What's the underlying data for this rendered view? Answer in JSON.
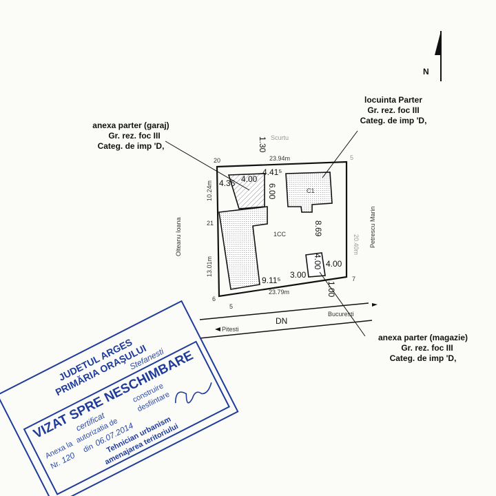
{
  "north": {
    "label": "N"
  },
  "labels": {
    "garage": [
      "anexa parter (garaj)",
      "Gr. rez. foc III",
      "Categ. de imp 'D,"
    ],
    "house": [
      "locuinta Parter",
      "Gr. rez. foc III",
      "Categ. de imp 'D,"
    ],
    "shed": [
      "anexa parter (magazie)",
      "Gr. rez. foc III",
      "Categ. de imp 'D,"
    ]
  },
  "neighbors": {
    "top": "Scurtu",
    "left": "Olteanu Ioana",
    "right": "Petrescu Marin"
  },
  "points": {
    "p20": "20",
    "p21": "21",
    "p6": "6",
    "p7": "7",
    "p5": "5",
    "p5b": "5"
  },
  "dims": {
    "top": "23.94m",
    "bottom": "23.79m",
    "left_top": "10.24m",
    "left_bottom": "13.01m",
    "right": "20.40m",
    "d130": "1.30",
    "d436": "4.36",
    "d400a": "4.00",
    "d441": "4.41⁵",
    "d600": "6.00",
    "d869": "8.69",
    "d911": "9.11⁵",
    "d300": "3.00",
    "d400b": "4.00",
    "d400c": "4.00",
    "d100": "1.00"
  },
  "buildings": {
    "house": "C1",
    "yard": "1CC"
  },
  "road": {
    "name": "DN",
    "west": "Pitesti",
    "east": "Bucuresti"
  },
  "stamp": {
    "county": "JUDETUL ARGES",
    "office": "PRIMĂRIA ORAŞULUI",
    "city_handwritten": "Stefanesti",
    "title": "VIZAT SPRE NESCHIMBARE",
    "annex_prefix": "Anexa la",
    "annex_options": [
      "construire",
      "autorizatia de",
      "desfiintare"
    ],
    "annex_handwritten": "certificat",
    "number_label": "Nr.",
    "number": "120",
    "date_label": "din",
    "date": "06.07.2014",
    "role": [
      "Tehnician urbanism",
      "amenajarea teritoriului"
    ],
    "color": "#1e3a9a"
  }
}
